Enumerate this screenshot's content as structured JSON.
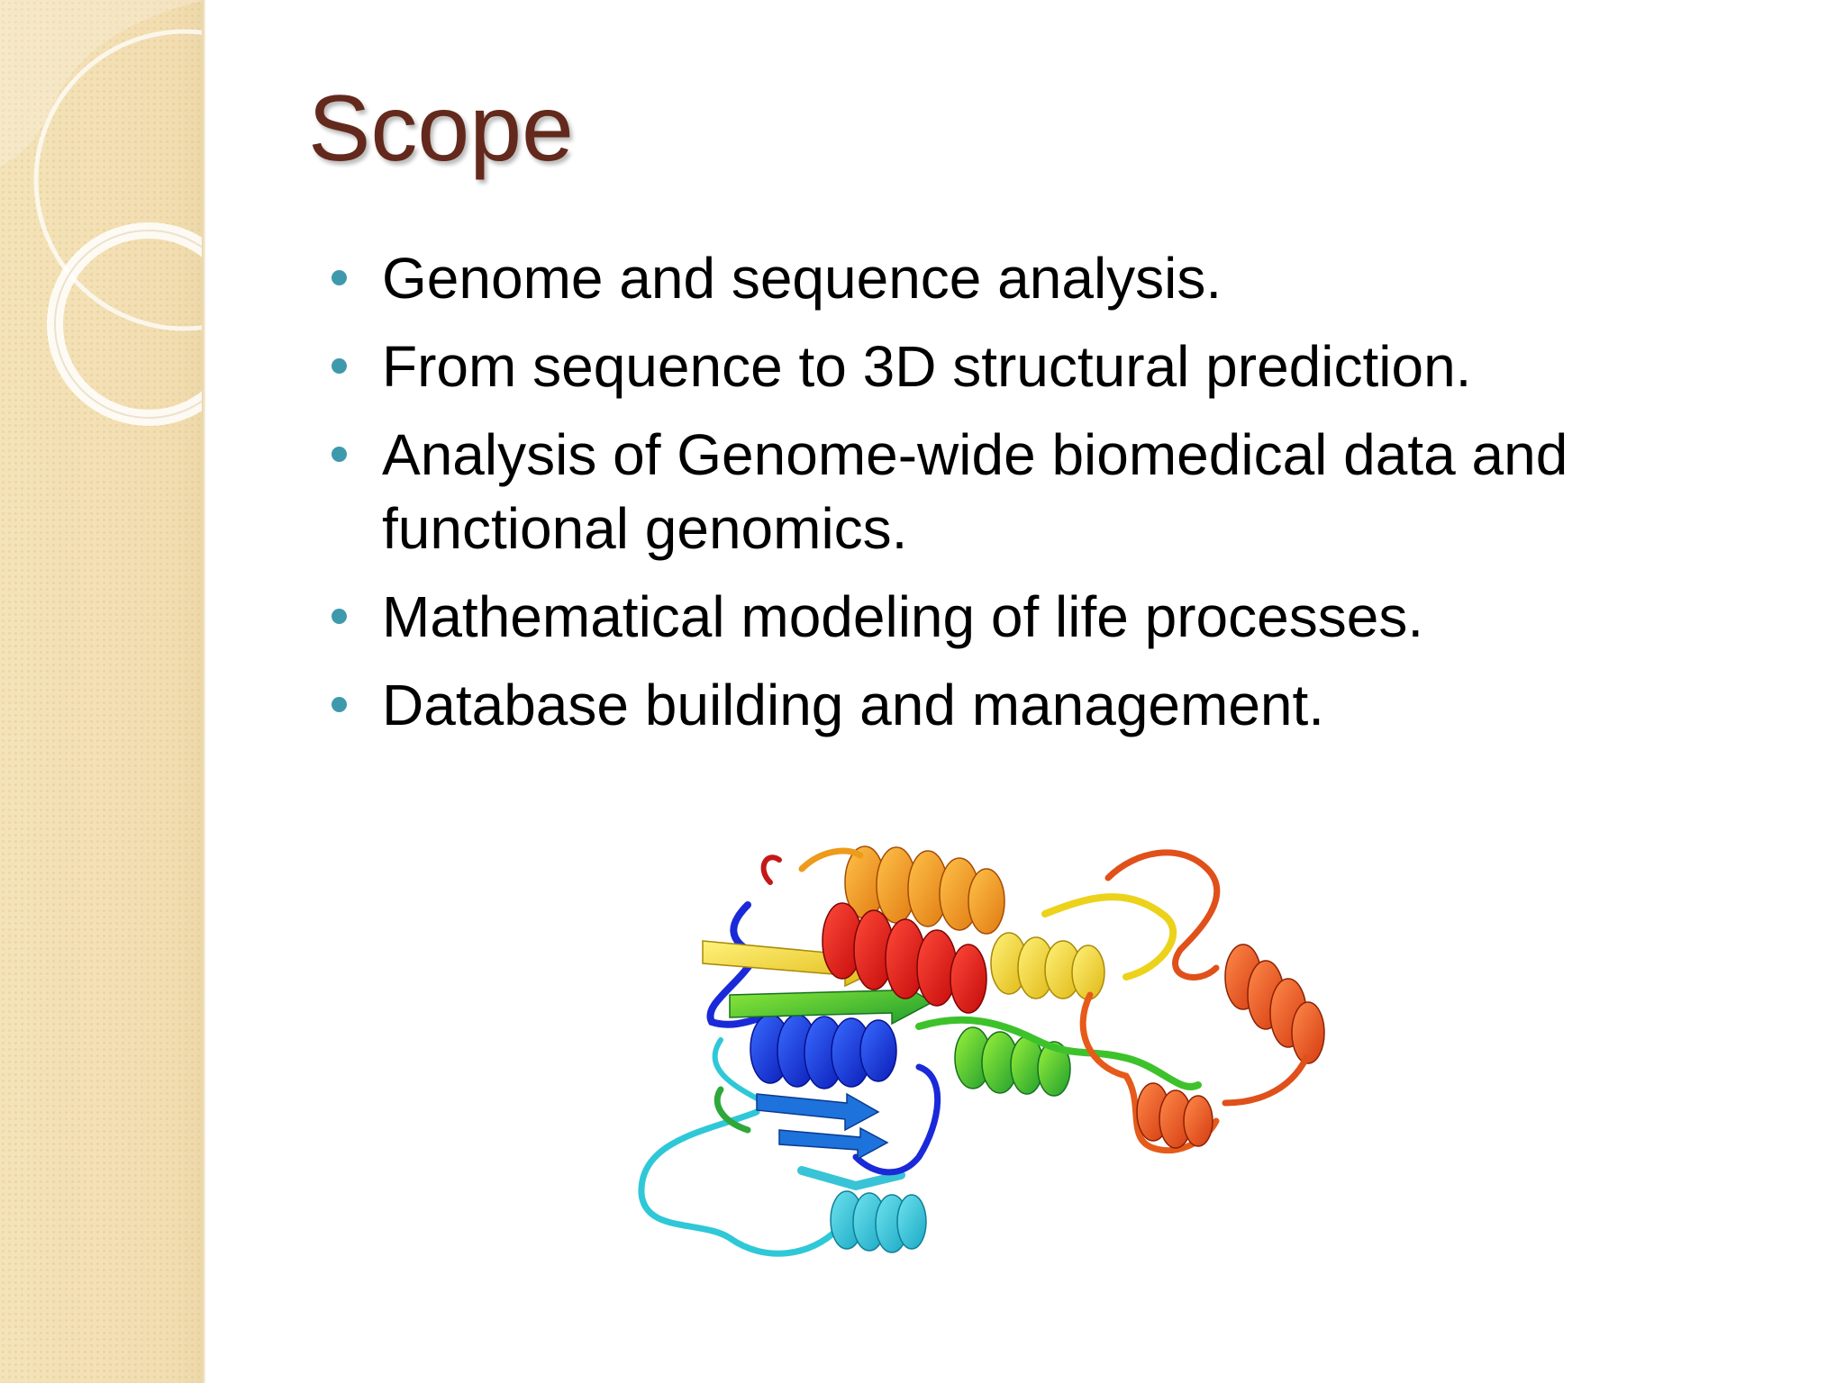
{
  "slide": {
    "title": "Scope",
    "bullets": [
      "Genome and sequence analysis.",
      "From sequence to 3D structural prediction.",
      "Analysis of Genome-wide biomedical data and functional genomics.",
      "Mathematical modeling of life processes.",
      "Database building and management."
    ],
    "image": {
      "icon": "protein-ribbon-structure",
      "description_colors": [
        "#1326d6",
        "#1d7fe0",
        "#2cc9d6",
        "#29b83a",
        "#8ee01a",
        "#f2e218",
        "#f5a21a",
        "#e8521a",
        "#e01414"
      ]
    }
  },
  "theme": {
    "title_color": "#63291c",
    "bullet_color": "#3f99ad",
    "side_panel_color": "#f3e1b6"
  }
}
